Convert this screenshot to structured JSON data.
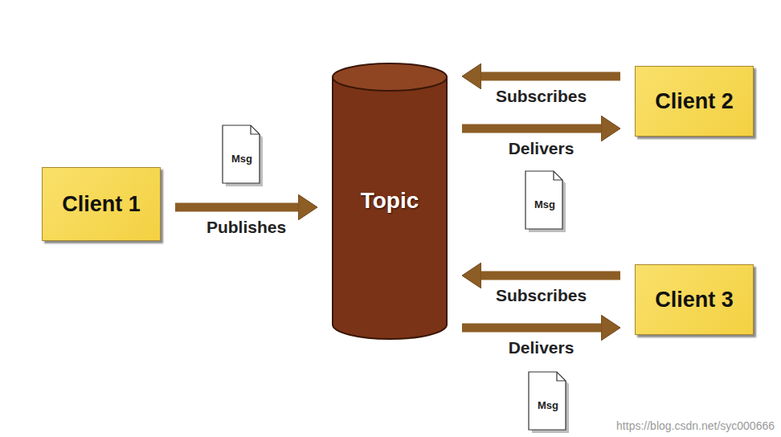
{
  "diagram": {
    "nodes": [
      {
        "text": [
          "Client 1"
        ]
      },
      {
        "text": [
          "Msg"
        ]
      },
      {
        "text": [
          "Topic"
        ]
      },
      {
        "text": [
          "Client 2"
        ]
      },
      {
        "text": [
          "Msg"
        ]
      },
      {
        "text": [
          "Client 3"
        ]
      },
      {
        "text": [
          "Msg"
        ]
      }
    ],
    "edges": [
      {
        "from": 0,
        "to": 2,
        "label": "Publishes",
        "arrow": "to"
      },
      {
        "from": 3,
        "to": 2,
        "label": "Subscribes",
        "arrow": "to"
      },
      {
        "from": 2,
        "to": 3,
        "label": "Delivers",
        "arrow": "to"
      },
      {
        "from": 5,
        "to": 2,
        "label": "Subscribes",
        "arrow": "to"
      },
      {
        "from": 2,
        "to": 5,
        "label": "Delivers",
        "arrow": "to"
      }
    ],
    "labels": [
      "https://blog.csdn.net/syc000666"
    ]
  }
}
